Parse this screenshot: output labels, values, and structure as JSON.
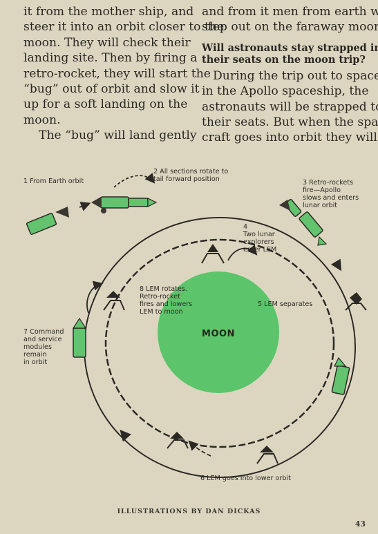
{
  "left_column": {
    "lines": [
      "it from the mother ship, and",
      "steer it into an orbit closer to the",
      "moon. They will check their",
      "landing site. Then by firing a",
      "retro-rocket, they will start the",
      "“bug” out of orbit and slow it",
      "up for a soft landing on the",
      "moon.",
      "The “bug” will land gently"
    ]
  },
  "right_column": {
    "lines_top": [
      "and from it men from earth will",
      "step out on the faraway moon."
    ],
    "question_lines": [
      "Will astronauts stay strapped in",
      "their seats on the moon trip?"
    ],
    "lines_bottom": [
      "During the trip out to space",
      "in the Apollo spaceship, the",
      "astronauts will be strapped to",
      "their seats. But when the space-",
      "craft goes into orbit they will"
    ]
  },
  "diagram": {
    "moon_label": "MOON",
    "labels": {
      "step1": "1  From Earth orbit",
      "step2_a": "2  All sections rotate to",
      "step2_b": "tail forward position",
      "step3_a": "3  Retro-rockets",
      "step3_b": "fire—Apollo",
      "step3_c": "slows and enters",
      "step3_d": "lunar orbit",
      "step4_a": "4",
      "step4_b": "Two lunar",
      "step4_c": "explorers",
      "step4_d": "enter LEM",
      "step5": "5  LEM separates",
      "step6": "6  LEM goes into lower orbit",
      "step7_a": "7  Command",
      "step7_b": "and service",
      "step7_c": "modules",
      "step7_d": "remain",
      "step7_e": "in orbit",
      "step8_a": "8  LEM rotates.",
      "step8_b": "Retro-rocket",
      "step8_c": "fires and lowers",
      "step8_d": "LEM to moon"
    },
    "colors": {
      "moon": "#5cc46a",
      "module": "#63c36e",
      "ink": "#2c2925"
    }
  },
  "footer": {
    "credit": "ILLUSTRATIONS BY DAN DICKAS",
    "page_number": "43"
  }
}
